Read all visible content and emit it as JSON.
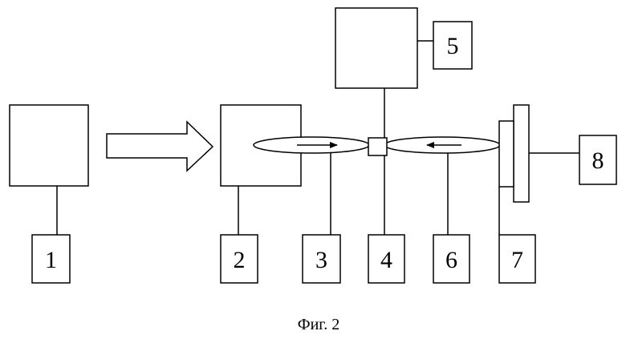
{
  "labels": {
    "b1": "1",
    "b2": "2",
    "b3": "3",
    "b4": "4",
    "b5": "5",
    "b6": "6",
    "b7": "7",
    "b8": "8"
  },
  "caption": "Фиг. 2"
}
